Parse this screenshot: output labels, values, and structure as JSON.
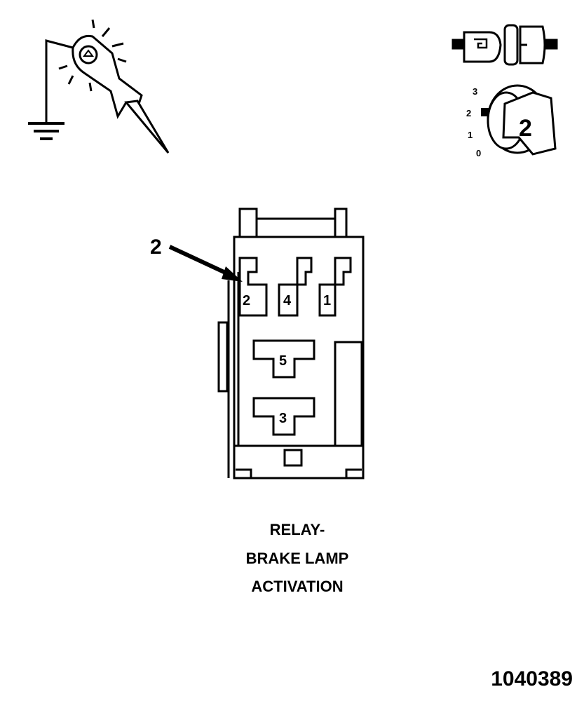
{
  "callout": {
    "label": "2"
  },
  "relay": {
    "terminals": [
      {
        "id": "t2",
        "label": "2"
      },
      {
        "id": "t4",
        "label": "4"
      },
      {
        "id": "t1",
        "label": "1"
      },
      {
        "id": "t5",
        "label": "5"
      },
      {
        "id": "t3",
        "label": "3"
      }
    ]
  },
  "key_icon": {
    "positions": [
      "3",
      "2",
      "1",
      "0"
    ],
    "key_label": "2"
  },
  "caption": {
    "line1": "RELAY-",
    "line2": "BRAKE LAMP",
    "line3": "ACTIVATION"
  },
  "figure_number": "1040389"
}
